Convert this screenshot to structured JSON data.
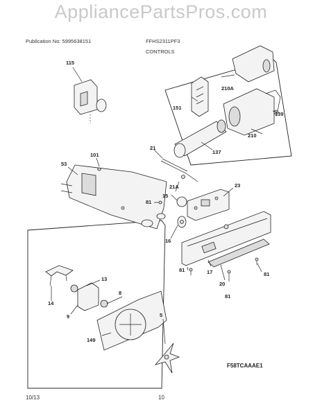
{
  "watermark": "AppliancePartsPros.com",
  "header": {
    "publication": "Publication No: 5995638151",
    "model": "FFHS2311PF3",
    "section": "CONTROLS"
  },
  "footer": {
    "date": "10/13",
    "page": "10"
  },
  "figure_code": "F58TCAAAE1",
  "callouts": {
    "c115": "115",
    "c210A": "210A",
    "c151": "151",
    "c139": "139",
    "c210": "210",
    "c137": "137",
    "c101": "101",
    "c53": "53",
    "c21": "21",
    "c21A": "21A",
    "c23": "23",
    "c15": "15",
    "c81a": "81",
    "c16": "16",
    "c81b": "81",
    "c17": "17",
    "c20": "20",
    "c81c": "81",
    "c81d": "81",
    "c13": "13",
    "c8": "8",
    "c14": "14",
    "c9": "9",
    "c5": "5",
    "c149": "149"
  }
}
